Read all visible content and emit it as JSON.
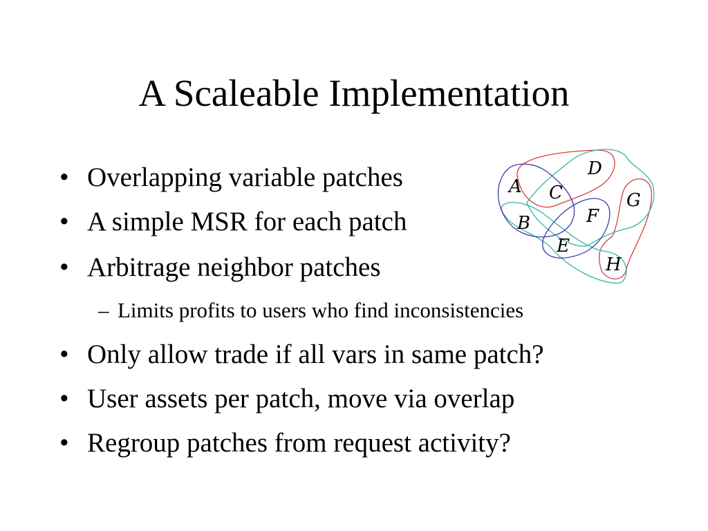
{
  "slide": {
    "title": "A Scaleable Implementation",
    "bullets": [
      {
        "text": "Overlapping variable patches"
      },
      {
        "text": "A simple MSR for each patch"
      },
      {
        "text": "Arbitrage neighbor patches"
      },
      {
        "text": "Only allow trade if all vars in same patch?"
      },
      {
        "text": "User assets per patch, move via overlap"
      },
      {
        "text": "Regroup patches from request activity?"
      }
    ],
    "sub_bullets": [
      {
        "text": "Limits profits to users who find inconsistencies"
      }
    ],
    "bullet_symbol": "•",
    "dash_symbol": "–"
  },
  "diagram": {
    "labels": [
      "A",
      "B",
      "C",
      "D",
      "E",
      "F",
      "G",
      "H"
    ],
    "colors": {
      "blue": "#3b3bb0",
      "red": "#d83a3a",
      "teal": "#2fb7a0"
    }
  }
}
